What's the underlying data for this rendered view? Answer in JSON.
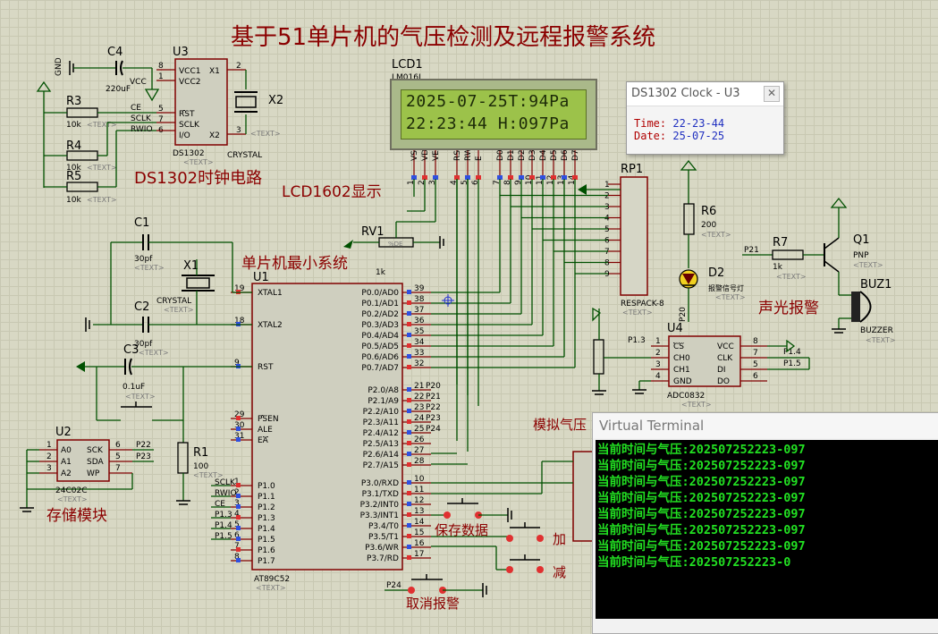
{
  "title": "基于51单片机的气压检测及远程报警系统",
  "sections": {
    "ds1302": "DS1302时钟电路",
    "lcd1602": "LCD1602显示",
    "mcu_min": "单片机最小系统",
    "alarm": "声光报警",
    "storage": "存储模块",
    "sim_pressure": "模拟气压",
    "save_data": "保存数据",
    "cancel_alarm": "取消报警",
    "plus": "加",
    "minus": "减"
  },
  "lcd": {
    "ref": "LCD1",
    "model": "LM016L",
    "text_tag": "<TEXT>",
    "line1": "2025-07-25T:94Pa",
    "line2": "22:23:44 H:097Pa",
    "pins": [
      "VSS",
      "VDD",
      "VEE",
      "RS",
      "RW",
      "E",
      "D0",
      "D1",
      "D2",
      "D3",
      "D4",
      "D5",
      "D6",
      "D7"
    ],
    "pin_nums": [
      "1",
      "2",
      "3",
      "4",
      "5",
      "6",
      "7",
      "8",
      "9",
      "10",
      "11",
      "12",
      "13",
      "14"
    ]
  },
  "clock_window": {
    "title": "DS1302 Clock - U3",
    "time_label": "Time:",
    "time_value": "22-23-44",
    "date_label": "Date:",
    "date_value": "25-07-25"
  },
  "terminal": {
    "title": "Virtual Terminal",
    "lines": [
      "当前时间与气压:202507252223-097",
      "当前时间与气压:202507252223-097",
      "当前时间与气压:202507252223-097",
      "当前时间与气压:202507252223-097",
      "当前时间与气压:202507252223-097",
      "当前时间与气压:202507252223-097",
      "当前时间与气压:202507252223-097",
      "当前时间与气压:202507252223-0"
    ]
  },
  "u1": {
    "ref": "U1",
    "model": "AT89C52",
    "left_pins": [
      {
        "num": "19",
        "name": "XTAL1"
      },
      {
        "num": "18",
        "name": "XTAL2"
      },
      {
        "num": "9",
        "name": "RST"
      },
      {
        "num": "29",
        "name": "PSEN"
      },
      {
        "num": "30",
        "name": "ALE"
      },
      {
        "num": "31",
        "name": "EA"
      },
      {
        "num": "1",
        "name": "P1.0"
      },
      {
        "num": "2",
        "name": "P1.1"
      },
      {
        "num": "3",
        "name": "P1.2"
      },
      {
        "num": "4",
        "name": "P1.3"
      },
      {
        "num": "5",
        "name": "P1.4"
      },
      {
        "num": "6",
        "name": "P1.5"
      },
      {
        "num": "7",
        "name": "P1.6"
      },
      {
        "num": "8",
        "name": "P1.7"
      }
    ],
    "right_pins": [
      {
        "num": "39",
        "name": "P0.0/AD0"
      },
      {
        "num": "38",
        "name": "P0.1/AD1"
      },
      {
        "num": "37",
        "name": "P0.2/AD2"
      },
      {
        "num": "36",
        "name": "P0.3/AD3"
      },
      {
        "num": "35",
        "name": "P0.4/AD4"
      },
      {
        "num": "34",
        "name": "P0.5/AD5"
      },
      {
        "num": "33",
        "name": "P0.6/AD6"
      },
      {
        "num": "32",
        "name": "P0.7/AD7"
      },
      {
        "num": "21",
        "name": "P2.0/A8"
      },
      {
        "num": "22",
        "name": "P2.1/A9"
      },
      {
        "num": "23",
        "name": "P2.2/A10"
      },
      {
        "num": "24",
        "name": "P2.3/A11"
      },
      {
        "num": "25",
        "name": "P2.4/A12"
      },
      {
        "num": "26",
        "name": "P2.5/A13"
      },
      {
        "num": "27",
        "name": "P2.6/A14"
      },
      {
        "num": "28",
        "name": "P2.7/A15"
      },
      {
        "num": "10",
        "name": "P3.0/RXD"
      },
      {
        "num": "11",
        "name": "P3.1/TXD"
      },
      {
        "num": "12",
        "name": "P3.2/INT0"
      },
      {
        "num": "13",
        "name": "P3.3/INT1"
      },
      {
        "num": "14",
        "name": "P3.4/T0"
      },
      {
        "num": "15",
        "name": "P3.5/T1"
      },
      {
        "num": "16",
        "name": "P3.6/WR"
      },
      {
        "num": "17",
        "name": "P3.7/RD"
      }
    ],
    "left_nets": [
      "SCLK",
      "RWIO",
      "CE",
      "P1.3",
      "P1.4",
      "P1.5"
    ],
    "p2_nets": [
      "P20",
      "P21",
      "P22",
      "P23",
      "P24"
    ]
  },
  "u3": {
    "ref": "U3",
    "model": "DS1302",
    "pins_left": [
      "VCC1",
      "VCC2",
      "CE",
      "RST",
      "SCLK",
      "I/O"
    ],
    "pins_left_nums": [
      "8",
      "1",
      "5",
      "",
      "7",
      "6"
    ],
    "pins_right": [
      "X1",
      "X2"
    ],
    "pins_right_nums": [
      "2",
      "3"
    ],
    "nets": [
      "CE",
      "SCLK",
      "RWIO",
      "VCC",
      "GND"
    ]
  },
  "parts": {
    "c4": {
      "ref": "C4",
      "val": "220uF"
    },
    "r3": {
      "ref": "R3",
      "val": "10k"
    },
    "r4": {
      "ref": "R4",
      "val": "10k"
    },
    "r5": {
      "ref": "R5",
      "val": "10k"
    },
    "x2": {
      "ref": "X2",
      "val": "CRYSTAL"
    },
    "c1": {
      "ref": "C1",
      "val": "30pf"
    },
    "c2": {
      "ref": "C2",
      "val": "30pf"
    },
    "x1": {
      "ref": "X1",
      "val": "CRYSTAL"
    },
    "c3": {
      "ref": "C3",
      "val": "0.1uF"
    },
    "r1": {
      "ref": "R1",
      "val": "100"
    },
    "rv1": {
      "ref": "RV1",
      "val": "1k"
    },
    "rp1": {
      "ref": "RP1",
      "val": "RESPACK-8"
    },
    "r6": {
      "ref": "R6",
      "val": "200"
    },
    "d2": {
      "ref": "D2",
      "val": "报警信号灯"
    },
    "r7": {
      "ref": "R7",
      "val": "1k"
    },
    "q1": {
      "ref": "Q1",
      "val": "PNP"
    },
    "buz1": {
      "ref": "BUZ1",
      "val": "BUZZER"
    },
    "u4": {
      "ref": "U4",
      "val": "ADC0832"
    },
    "u2": {
      "ref": "U2",
      "val": "24C02C"
    }
  },
  "u4_pins": {
    "left": [
      "CS",
      "CH0",
      "CH1",
      "GND"
    ],
    "left_nums": [
      "1",
      "2",
      "3",
      "4"
    ],
    "right": [
      "VCC",
      "CLK",
      "DI",
      "DO"
    ],
    "right_nums": [
      "8",
      "7",
      "5",
      "6"
    ],
    "nets": [
      "P1.3",
      "P1.4",
      "P1.5"
    ]
  },
  "u2_pins": {
    "left": [
      "A0",
      "A1",
      "A2"
    ],
    "left_nums": [
      "1",
      "2",
      "3"
    ],
    "right": [
      "SCK",
      "SDA",
      "WP"
    ],
    "right_nums": [
      "6",
      "5",
      "7"
    ],
    "nets": [
      "P22",
      "P23"
    ]
  },
  "misc": {
    "text_tag": "<TEXT>",
    "gnd": "GND",
    "vcc": "VCC",
    "p21": "P21",
    "p24": "P24",
    "p20": "P20",
    "p13": "P1.3",
    "p14": "P1.4",
    "p15": "P1.5",
    "rv_pct": "%DE"
  }
}
